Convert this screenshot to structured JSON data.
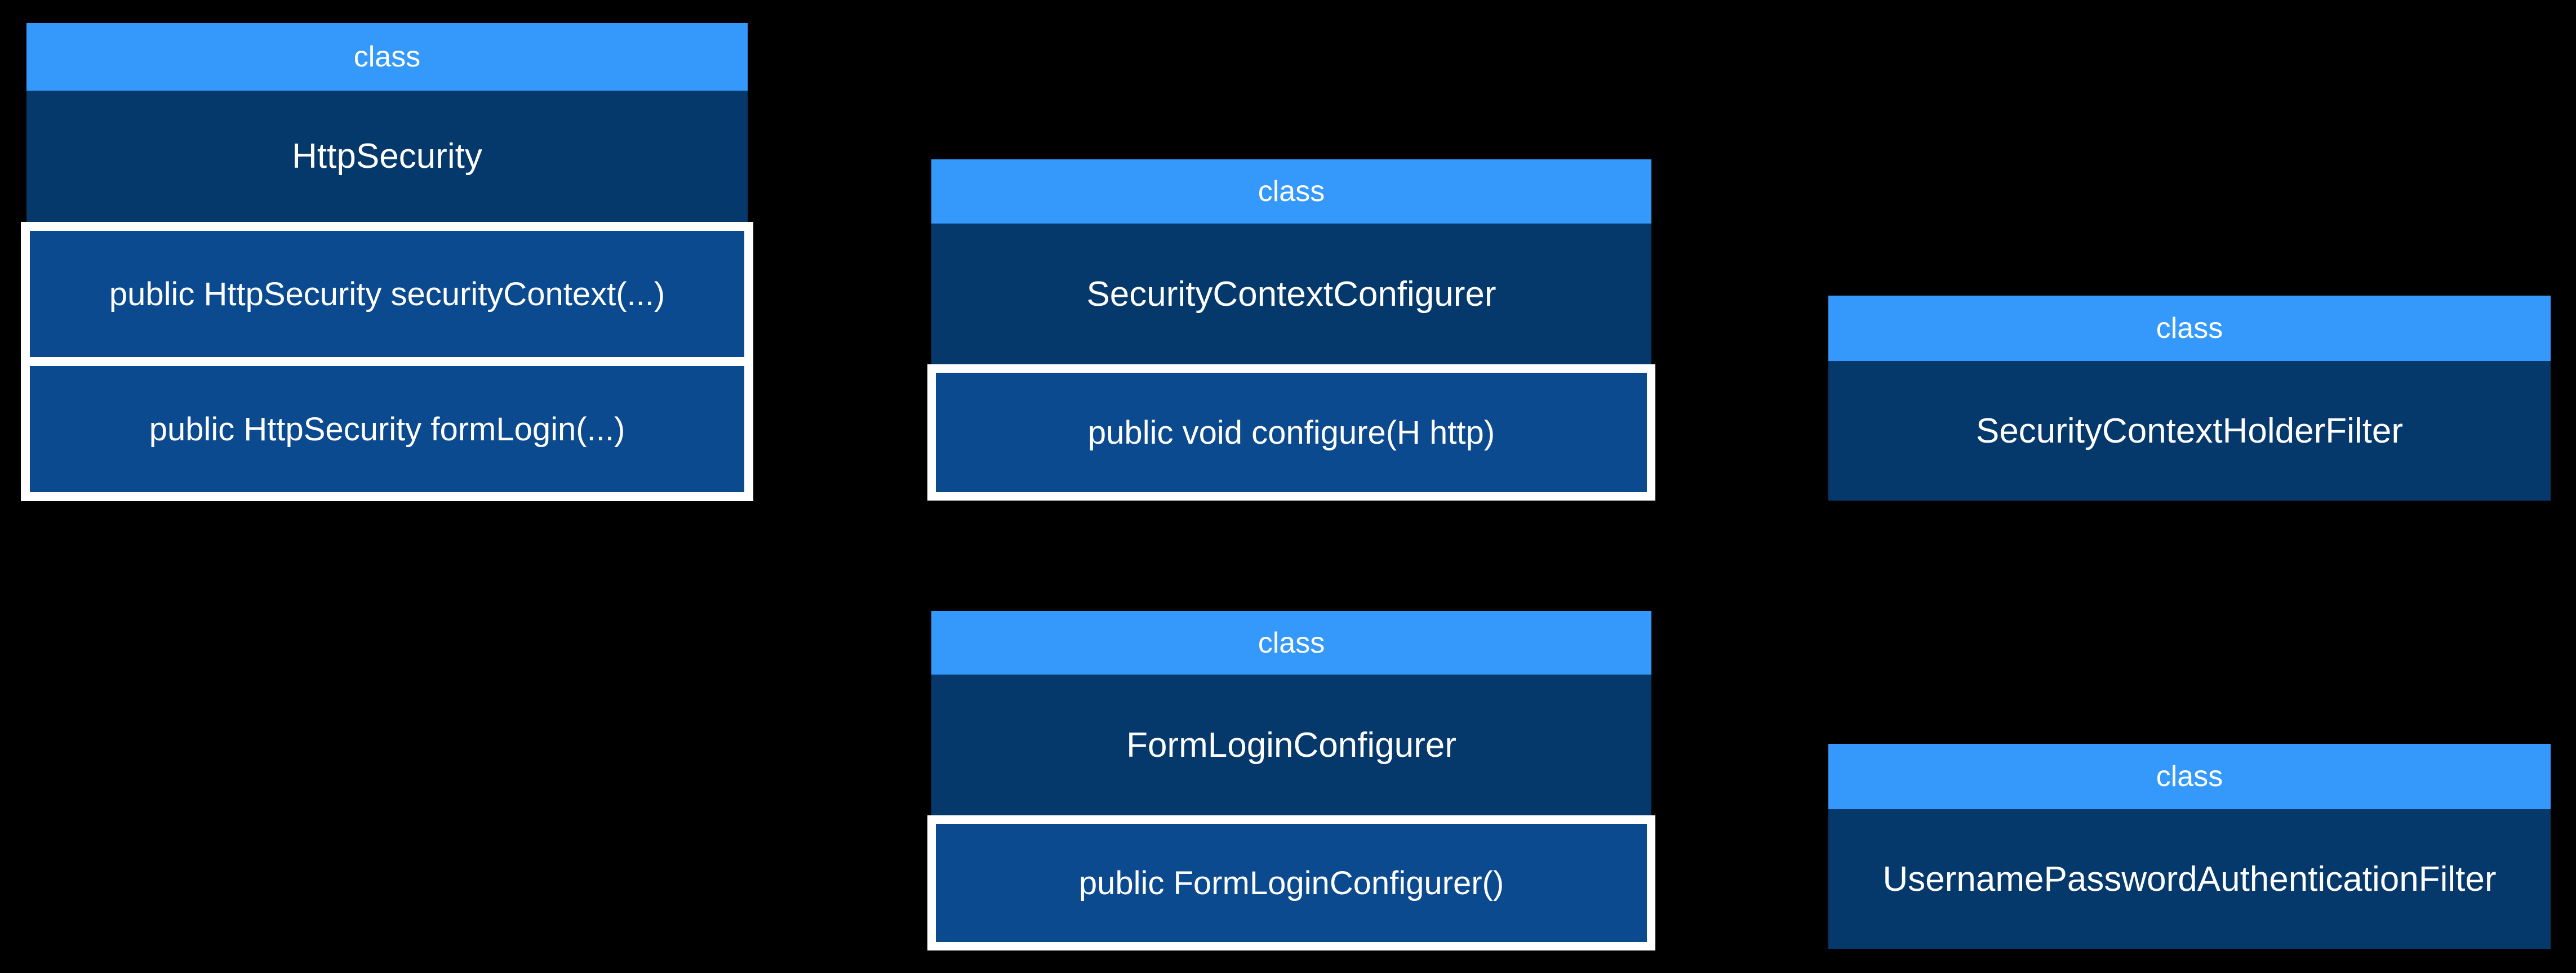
{
  "colors": {
    "background": "#000000",
    "header_blue": "#3499FA",
    "body_navy": "#05386B",
    "method_blue": "#0B4A8F",
    "frame_white": "#FFFFFF",
    "text_white": "#FFFFFF"
  },
  "diagram": {
    "type": "uml-class-diagram",
    "boxes": [
      {
        "stereotype": "class",
        "name": "HttpSecurity",
        "methods": [
          "public HttpSecurity securityContext(...)",
          "public HttpSecurity formLogin(...)"
        ]
      },
      {
        "stereotype": "class",
        "name": "SecurityContextConfigurer",
        "methods": [
          "public void configure(H http)"
        ]
      },
      {
        "stereotype": "class",
        "name": "SecurityContextHolderFilter",
        "methods": []
      },
      {
        "stereotype": "class",
        "name": "FormLoginConfigurer",
        "methods": [
          "public FormLoginConfigurer()"
        ]
      },
      {
        "stereotype": "class",
        "name": "UsernamePasswordAuthenticationFilter",
        "methods": []
      }
    ]
  }
}
